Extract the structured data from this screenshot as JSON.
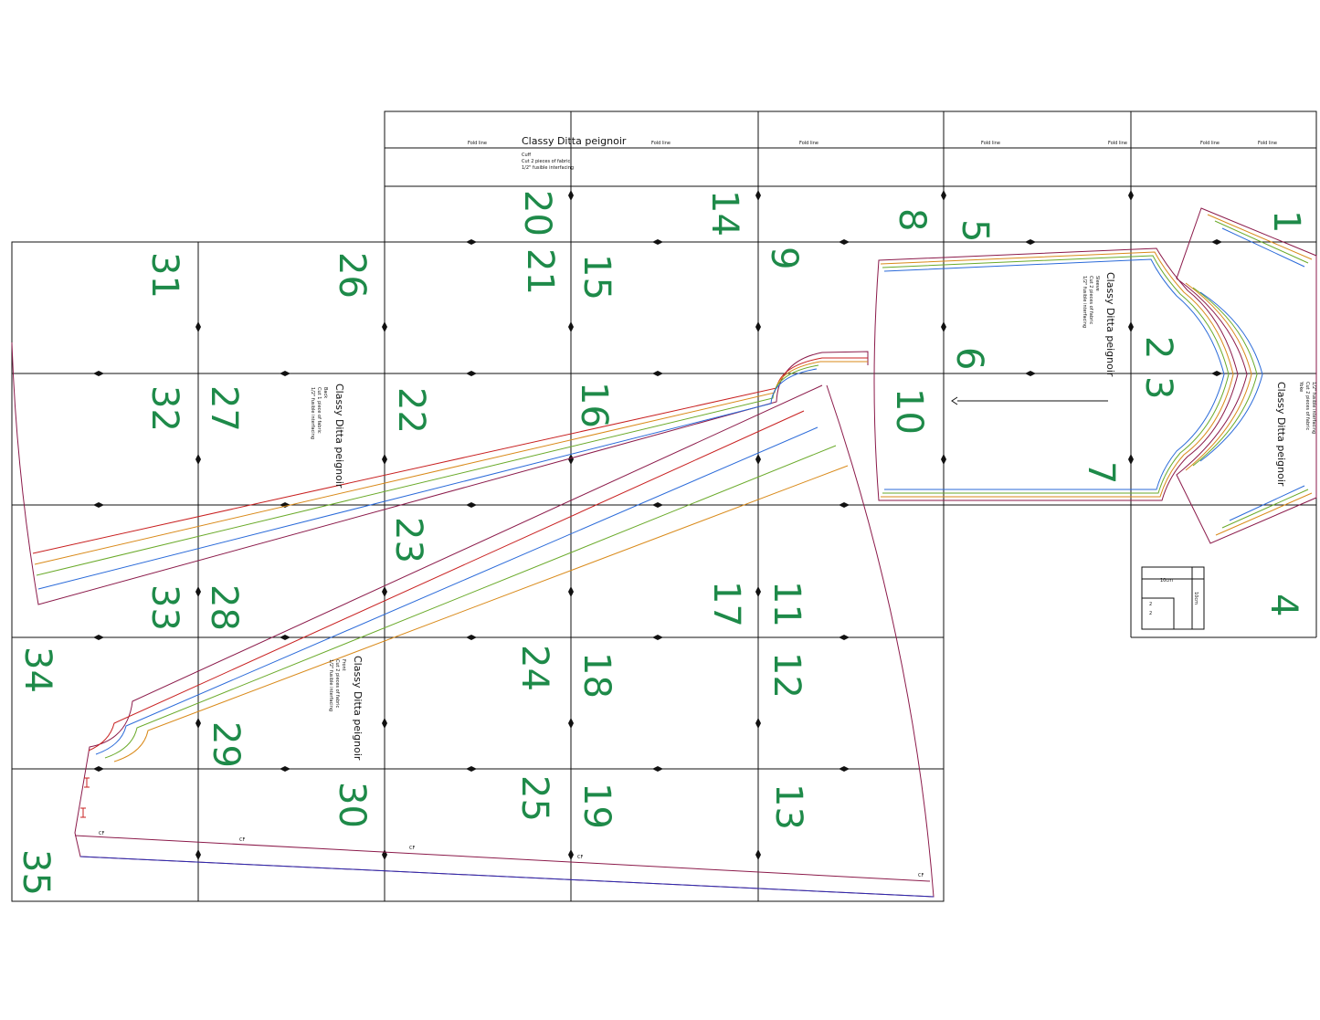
{
  "pattern_title": "Classy Ditta peignoir",
  "pieces": {
    "cuff": {
      "name": "Cuff",
      "line1": "Cut 2 pieces of fabric",
      "line2": "1/2\" fusible interfacing"
    },
    "sleeve": {
      "name": "Sleeve",
      "line1": "Cut 2 pieces of fabric",
      "line2": "1/2\" fusible interfacing"
    },
    "yoke": {
      "name": "Yoke",
      "line1": "Cut 2 pieces of fabric",
      "line2": "1/2\" fusible interfacing"
    },
    "back": {
      "name": "Back",
      "line1": "Cut 1 piece of fabric",
      "line2": "1/2\" fusible interfacing"
    },
    "front": {
      "name": "Front",
      "line1": "Cut 2 pieces of fabric",
      "line2": "1/2\" fusible interfacing"
    }
  },
  "fold_label": "Fold line",
  "center_front_label": "CF",
  "test_square": {
    "label_h": "10cm",
    "label_v": "10cm",
    "inner_a": "2",
    "inner_b": "2"
  },
  "page_numbers": [
    "1",
    "2",
    "3",
    "4",
    "5",
    "6",
    "7",
    "8",
    "9",
    "10",
    "11",
    "12",
    "13",
    "14",
    "15",
    "16",
    "17",
    "18",
    "19",
    "20",
    "21",
    "22",
    "23",
    "24",
    "25",
    "26",
    "27",
    "28",
    "29",
    "30",
    "31",
    "32",
    "33",
    "34",
    "35"
  ],
  "colors": {
    "page_number": "#1e8a49",
    "size_lines": [
      "#8b1a4a",
      "#d98a1a",
      "#6aaa2a",
      "#2a6ad9",
      "#7a3ab0",
      "#c82020"
    ]
  }
}
